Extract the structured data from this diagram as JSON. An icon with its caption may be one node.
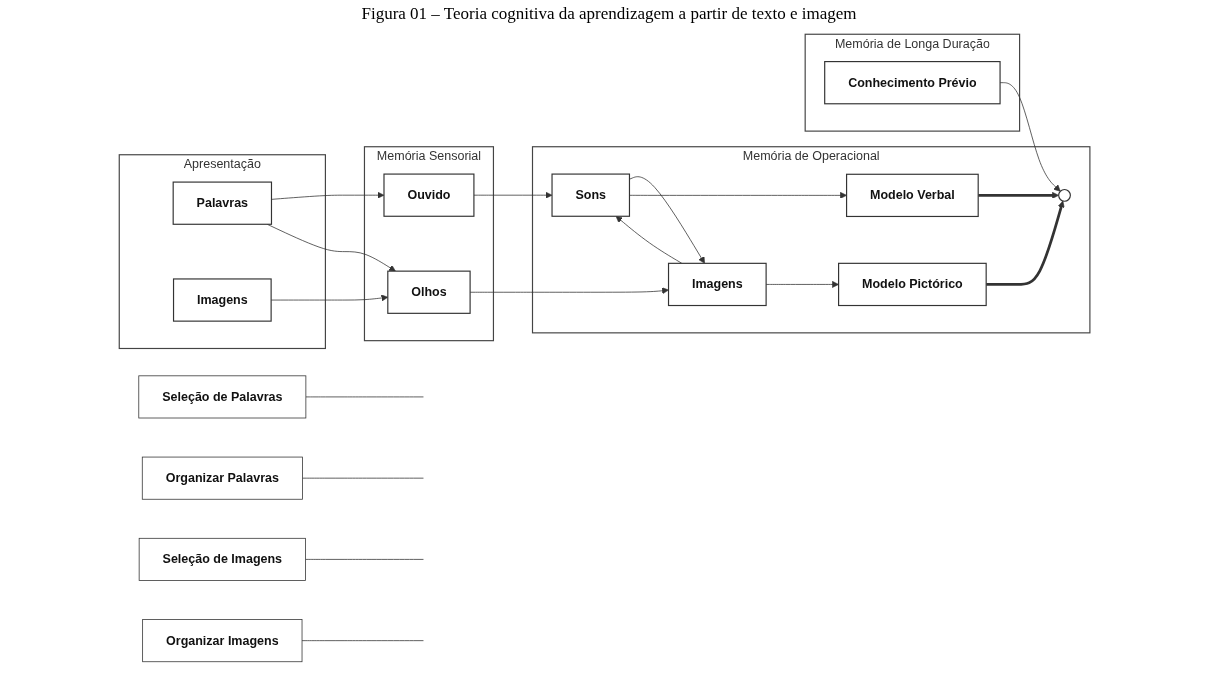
{
  "diagram": {
    "title": "Figura 01 – Teoria cognitiva da aprendizagem a partir de texto e imagem",
    "nodes": [
      {
        "text": [
          "Apresentação"
        ]
      },
      {
        "text": [
          "Palavras"
        ],
        "in": 0
      },
      {
        "text": [
          "Imagens"
        ],
        "in": 0
      },
      {
        "text": [
          "Memória Sensorial"
        ]
      },
      {
        "text": [
          "Ouvido"
        ],
        "in": 3
      },
      {
        "text": [
          "Olhos"
        ],
        "in": 3
      },
      {
        "text": [
          "Memória de Operacional"
        ]
      },
      {
        "text": [
          "Sons"
        ],
        "in": 6
      },
      {
        "text": [
          "Imagens"
        ],
        "in": 6
      },
      {
        "text": [
          "Modelo Verbal"
        ],
        "in": 6
      },
      {
        "text": [],
        "shape": "circle",
        "in": 6
      },
      {
        "text": [
          "Modelo Pictórico"
        ],
        "in": 6
      },
      {
        "text": [
          "Memória de Longa Duração"
        ]
      },
      {
        "text": [
          "Conhecimento Prévio"
        ],
        "in": 12
      },
      {
        "text": [
          "Seleção de Palavras"
        ]
      },
      {
        "text": [
          "Organizar Palavras"
        ]
      },
      {
        "text": [
          "Seleção de Imagens"
        ]
      },
      {
        "text": [
          "Organizar Imagens"
        ]
      }
    ],
    "edges": [
      {
        "from": 1,
        "to": 4,
        "arrow": "to"
      },
      {
        "from": 1,
        "to": 5,
        "arrow": "to"
      },
      {
        "from": 2,
        "to": 5,
        "arrow": "to"
      },
      {
        "from": 4,
        "to": 7,
        "arrow": "to"
      },
      {
        "from": 5,
        "to": 8,
        "arrow": "to"
      },
      {
        "from": 8,
        "to": 7,
        "arrow": "to"
      },
      {
        "from": 7,
        "to": 8,
        "arrow": "to"
      },
      {
        "from": 7,
        "to": 9,
        "arrow": "to"
      },
      {
        "from": 8,
        "to": 11,
        "arrow": "to"
      },
      {
        "from": 9,
        "to": 10,
        "arrow": "to",
        "style": "thick"
      },
      {
        "from": 11,
        "to": 10,
        "arrow": "to",
        "style": "thick"
      },
      {
        "from": 13,
        "to": 10,
        "arrow": "to"
      },
      {
        "from": 14,
        "to": null,
        "arrow": "none"
      },
      {
        "from": 15,
        "to": null,
        "arrow": "none"
      },
      {
        "from": 16,
        "to": null,
        "arrow": "none"
      },
      {
        "from": 17,
        "to": null,
        "arrow": "none"
      }
    ]
  }
}
